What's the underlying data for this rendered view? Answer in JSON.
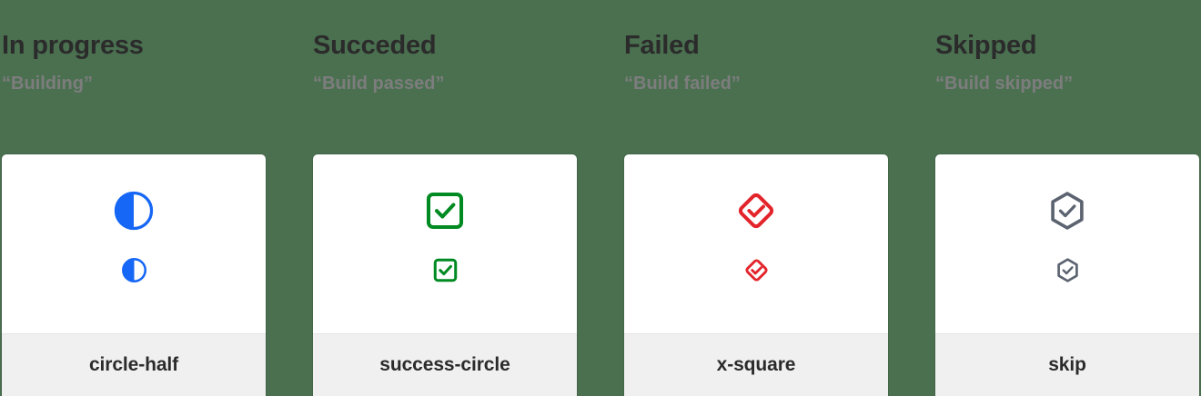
{
  "page": {
    "background_color": "#4a7050",
    "card_background": "#ffffff",
    "footer_background": "#f0f0f0",
    "title_color": "#2b2b2b",
    "subtitle_color": "#7d7d7d"
  },
  "columns": [
    {
      "title": "In progress",
      "subtitle": "“Building”",
      "icon_name": "circle-half",
      "icon_color": "#1667f5",
      "footer_label": "circle-half"
    },
    {
      "title": "Succeded",
      "subtitle": "“Build passed”",
      "icon_name": "success-circle",
      "icon_color": "#008a22",
      "footer_label": "success-circle"
    },
    {
      "title": "Failed",
      "subtitle": "“Build failed”",
      "icon_name": "x-square",
      "icon_color": "#e3242b",
      "footer_label": "x-square"
    },
    {
      "title": "Skipped",
      "subtitle": "“Build skipped”",
      "icon_name": "skip",
      "icon_color": "#5c6370",
      "footer_label": "skip"
    }
  ]
}
